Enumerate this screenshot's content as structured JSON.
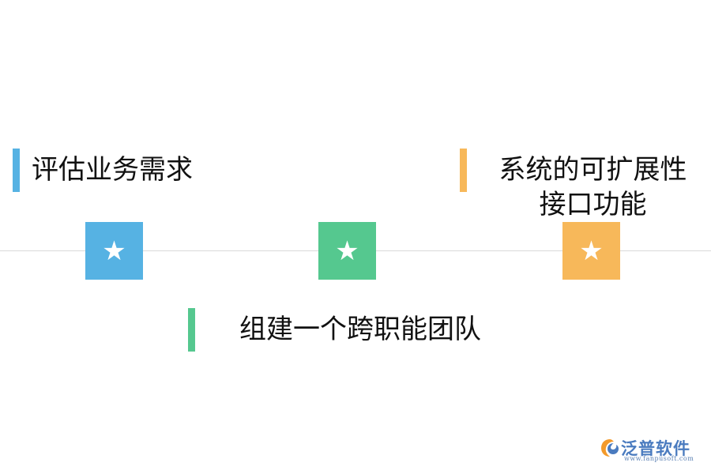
{
  "steps": [
    {
      "label": "评估业务需求",
      "color": "#56b2e3",
      "icon": "star-icon"
    },
    {
      "label": "组建一个跨职能团队",
      "color": "#55c88f",
      "icon": "star-icon"
    },
    {
      "label_line1": "系统的可扩展性",
      "label_line2": "接口功能",
      "color": "#f7b85a",
      "icon": "star-icon"
    }
  ],
  "marker_glyph": "★",
  "logo": {
    "name": "泛普软件",
    "url": "www.fanpusoft.com",
    "icon": "logo-mark"
  }
}
